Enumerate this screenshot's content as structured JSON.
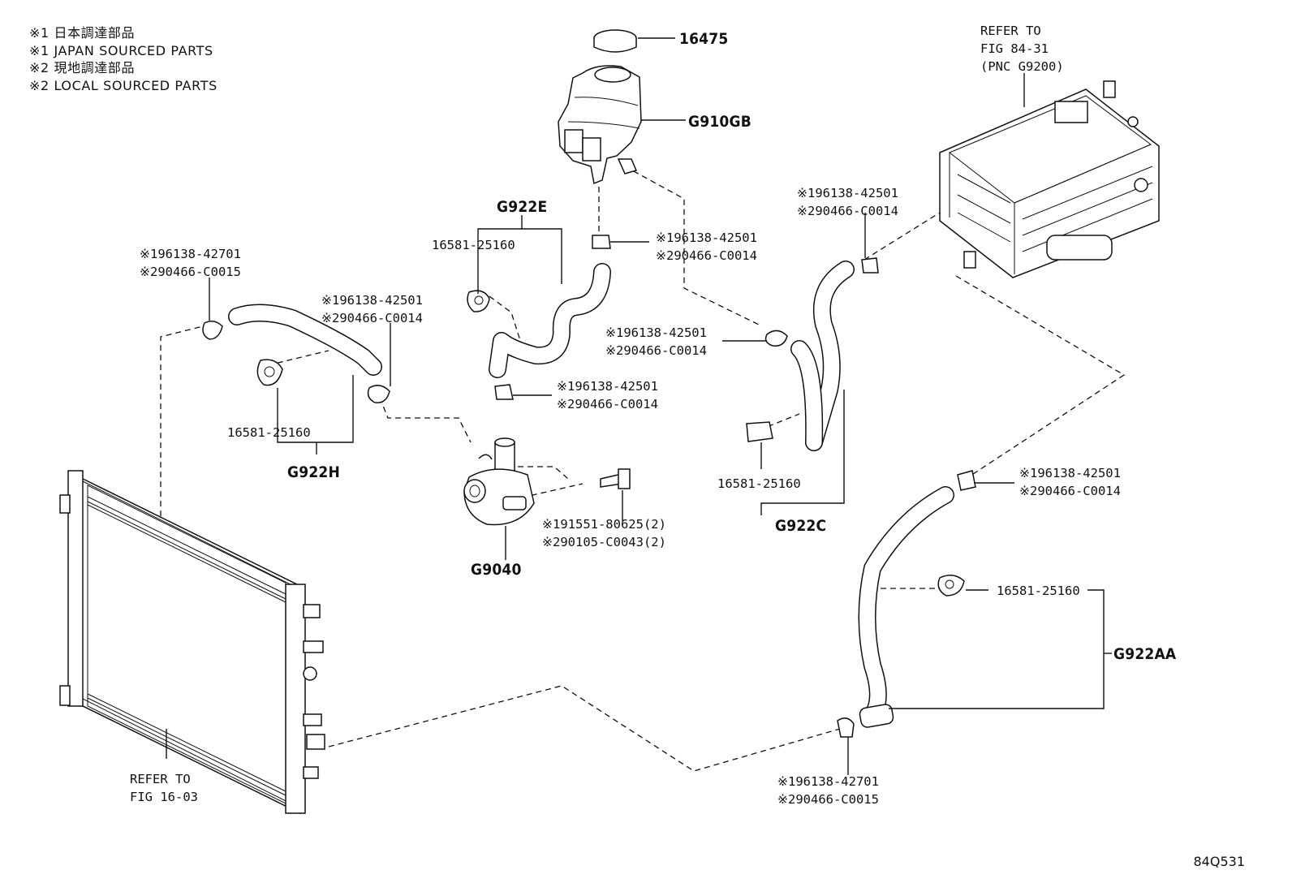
{
  "legend": {
    "line1": "※1 日本調達部品",
    "line2": "※1 JAPAN SOURCED PARTS",
    "line3": "※2 現地調達部品",
    "line4": "※2 LOCAL SOURCED PARTS"
  },
  "figure_id": "84Q531",
  "references": {
    "inverter": {
      "line1": "REFER TO",
      "line2": "FIG 84-31",
      "line3": "(PNC G9200)"
    },
    "radiator": {
      "line1": "REFER TO",
      "line2": "FIG 16-03"
    }
  },
  "pnc": {
    "cap": "16475",
    "reservoir": "G910GB",
    "hose_e": "G922E",
    "hose_h": "G922H",
    "pump": "G9040",
    "hose_c": "G922C",
    "hose_aa": "G922AA"
  },
  "parts": {
    "clip_e": "16581-25160",
    "clip_h": "16581-25160",
    "clip_c": "16581-25160",
    "clip_aa": "16581-25160",
    "clamp_reservoir": {
      "j": "※196138-42501",
      "l": "※290466-C0014"
    },
    "clamp_radiator_top": {
      "j": "※196138-42701",
      "l": "※290466-C0015"
    },
    "clamp_h_end": {
      "j": "※196138-42501",
      "l": "※290466-C0014"
    },
    "clamp_pump_top": {
      "j": "※196138-42501",
      "l": "※290466-C0014"
    },
    "clamp_c_top": {
      "j": "※196138-42501",
      "l": "※290466-C0014"
    },
    "clamp_inverter": {
      "j": "※196138-42501",
      "l": "※290466-C0014"
    },
    "clamp_aa_top": {
      "j": "※196138-42501",
      "l": "※290466-C0014"
    },
    "clamp_bottom": {
      "j": "※196138-42701",
      "l": "※290466-C0015"
    },
    "bolt": {
      "j": "※191551-80625(2)",
      "l": "※290105-C0043(2)"
    }
  }
}
